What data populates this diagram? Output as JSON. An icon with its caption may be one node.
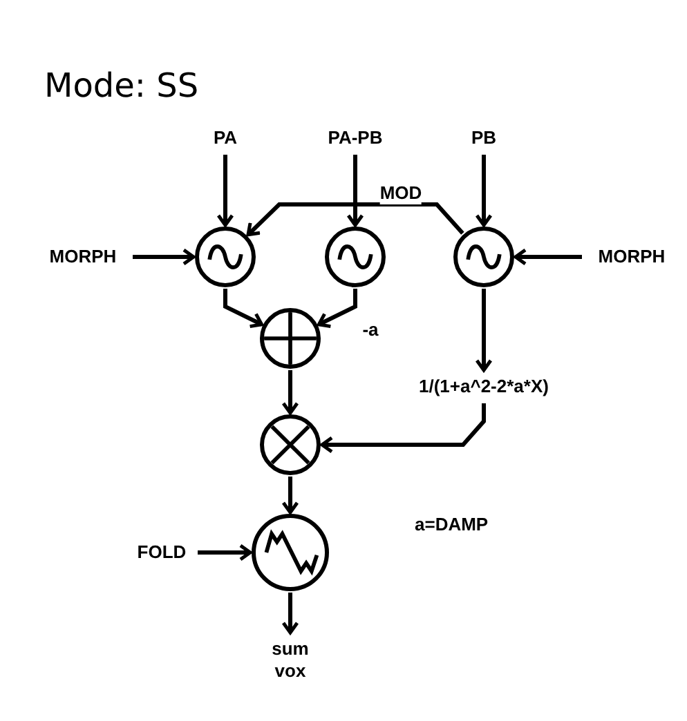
{
  "diagram": {
    "title": "Mode: SS",
    "nodes": [
      {
        "text": [
          "PA"
        ]
      },
      {
        "text": [
          "PA-PB"
        ]
      },
      {
        "text": [
          "PB"
        ]
      },
      {
        "text": [
          "MORPH"
        ]
      },
      {
        "text": [],
        "shape": "circle"
      },
      {
        "text": [],
        "shape": "circle"
      },
      {
        "text": [],
        "shape": "circle"
      },
      {
        "text": [
          "MORPH"
        ]
      },
      {
        "text": [],
        "shape": "circle"
      },
      {
        "text": [
          "1/(1+a^2-2*a*X)"
        ]
      },
      {
        "text": [],
        "shape": "circle"
      },
      {
        "text": [
          "FOLD"
        ]
      },
      {
        "text": [],
        "shape": "circle"
      },
      {
        "text": [
          "sum vox"
        ]
      }
    ],
    "edges": [
      {
        "from": 0,
        "to": 4,
        "arrow": "to"
      },
      {
        "from": 1,
        "to": 5,
        "arrow": "to"
      },
      {
        "from": 2,
        "to": 6,
        "arrow": "to"
      },
      {
        "from": 3,
        "to": 4,
        "arrow": "to"
      },
      {
        "from": 7,
        "to": 6,
        "arrow": "to"
      },
      {
        "from": 6,
        "to": 4,
        "arrow": "to",
        "label": "MOD"
      },
      {
        "from": 4,
        "to": 8,
        "arrow": "to"
      },
      {
        "from": 5,
        "to": 8,
        "arrow": "to",
        "label": "-a"
      },
      {
        "from": 6,
        "to": 9,
        "arrow": "to"
      },
      {
        "from": 8,
        "to": 10,
        "arrow": "to"
      },
      {
        "from": 9,
        "to": 10,
        "arrow": "to"
      },
      {
        "from": 10,
        "to": 12,
        "arrow": "to"
      },
      {
        "from": 11,
        "to": 12,
        "arrow": "to"
      },
      {
        "from": 12,
        "to": 13,
        "arrow": "to"
      }
    ],
    "labels": [
      "a=DAMP"
    ]
  }
}
